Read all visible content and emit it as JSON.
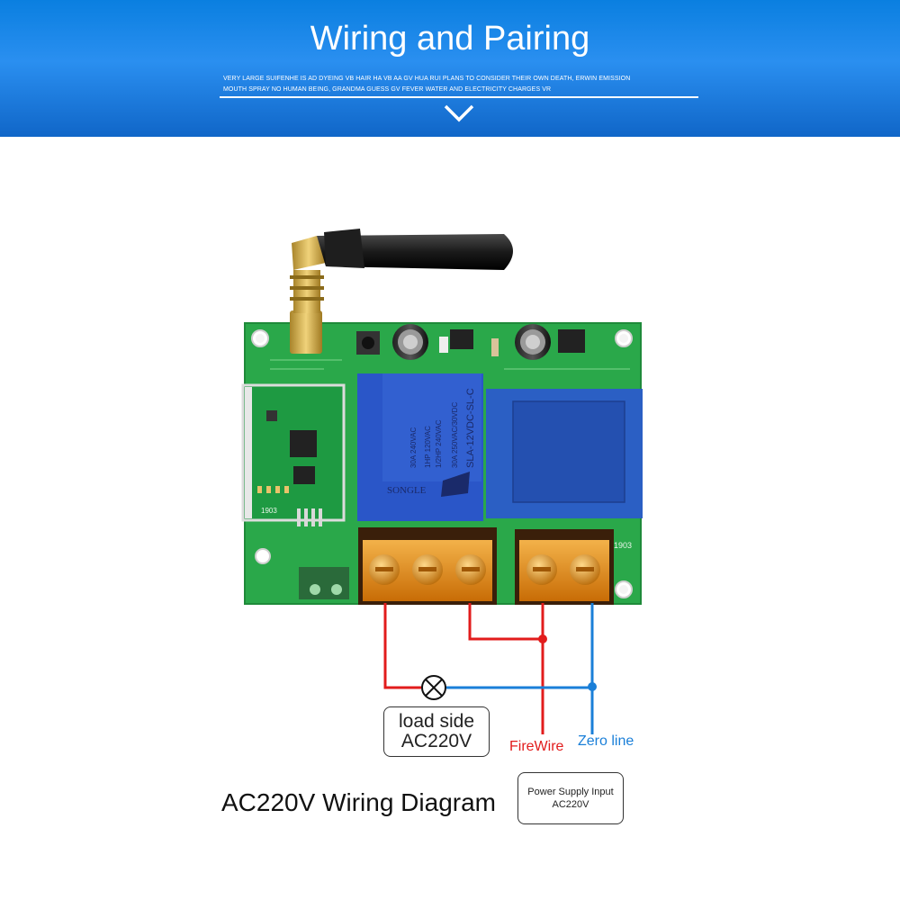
{
  "header": {
    "title": "Wiring and Pairing",
    "subtitle_line1": "VERY LARGE SUIFENHE IS AD DYEING VB HAIR HA VB AA GV HUA RUI PLANS TO CONSIDER THEIR OWN DEATH, ERWIN EMISSION",
    "subtitle_line2": "MOUTH SPRAY NO HUMAN BEING, GRANDMA GUESS GV FEVER WATER AND ELECTRICITY CHARGES VR"
  },
  "board": {
    "relay_model": "SLA-12VDC-SL-C",
    "relay_rating_1": "30A 250VAC/30VDC",
    "relay_rating_2": "1HP 120VAC",
    "relay_rating_3": "1/2HP 240VAC",
    "relay_rating_4": "30A 240VAC",
    "relay_brand": "SONGLE",
    "board_code_left": "1903",
    "board_code_right": "1903"
  },
  "labels": {
    "load_side_1": "load side",
    "load_side_2": "AC220V",
    "firewire": "FireWire",
    "zero_line": "Zero line",
    "psu_1": "Power Supply Input",
    "psu_2": "AC220V",
    "caption": "AC220V Wiring Diagram"
  },
  "colors": {
    "header_blue": "#1a7fe0",
    "pcb_green": "#2aa84a",
    "live_wire": "#e21c1c",
    "neutral_wire": "#1a7fd8",
    "relay_blue": "#2a56c8",
    "terminal_orange": "#e08a12"
  }
}
